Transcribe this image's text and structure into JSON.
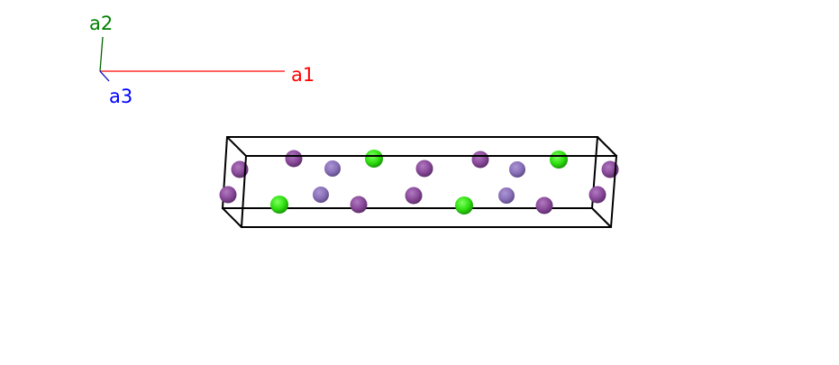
{
  "axes": {
    "a1": {
      "label": "a1",
      "color": "#ff0000"
    },
    "a2": {
      "label": "a2",
      "color": "#008000"
    },
    "a3": {
      "label": "a3",
      "color": "#0000ff"
    }
  },
  "atom_colors": {
    "dark_purple": "#8a4a9a",
    "light_purple": "#8a70b8",
    "green": "#2fe010"
  }
}
